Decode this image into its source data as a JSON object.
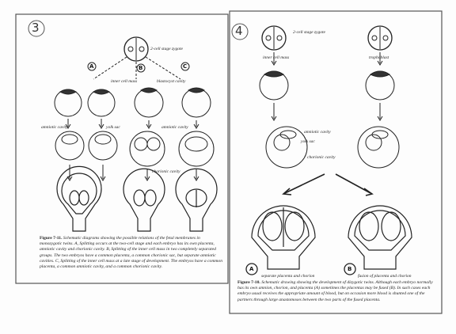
{
  "left_panel": {
    "number": "3",
    "labels": {
      "top": "2-cell stage zygote",
      "inner_cell_mass": "inner cell mass",
      "blastocyst_cavity": "blastocyst cavity",
      "amniotic_cavity_a": "amniotic cavity",
      "yolk_sac": "yolk sac",
      "amniotic_cavity_b": "amniotic cavity",
      "chorionic_cavity": "chorionic cavity"
    },
    "branches": [
      "A",
      "B",
      "C"
    ],
    "caption_title": "Figure 7-11.",
    "caption": "Schematic diagrams showing the possible relations of the fetal membranes in monozygotic twins. A, Splitting occurs at the two-cell stage and each embryo has its own placenta, amniotic cavity and chorionic cavity. B, Splitting of the inner cell mass in two completely separated groups. The two embryos have a common placenta, a common chorionic sac, but separate amniotic cavities. C, Splitting of the inner cell mass at a late stage of development. The embryos have a common placenta, a common amniotic cavity, and a common chorionic cavity."
  },
  "right_panel": {
    "number": "4",
    "labels": {
      "top": "2-cell stage zygote",
      "inner_cell_mass": "inner cell mass",
      "trophoblast": "trophoblast",
      "amniotic_cavity": "amniotic cavity",
      "yolk_sac": "yolk sac",
      "chorionic_cavity": "chorionic cavity",
      "bottom_a": "separate placenta and chorion",
      "bottom_b": "fusion of placenta and chorion"
    },
    "markers": [
      "A",
      "B"
    ],
    "caption_title": "Figure 7-10.",
    "caption": "Schematic drawing showing the development of dizygotic twins. Although each embryo normally has its own amnion, chorion, and placenta (A) sometimes the placentas may be fused (B). In such cases each embryo usual receives the appropriate amount of blood, but on occasion more blood is shunted one of the partners through large anastomoses between the two parts of the fused placenta."
  }
}
